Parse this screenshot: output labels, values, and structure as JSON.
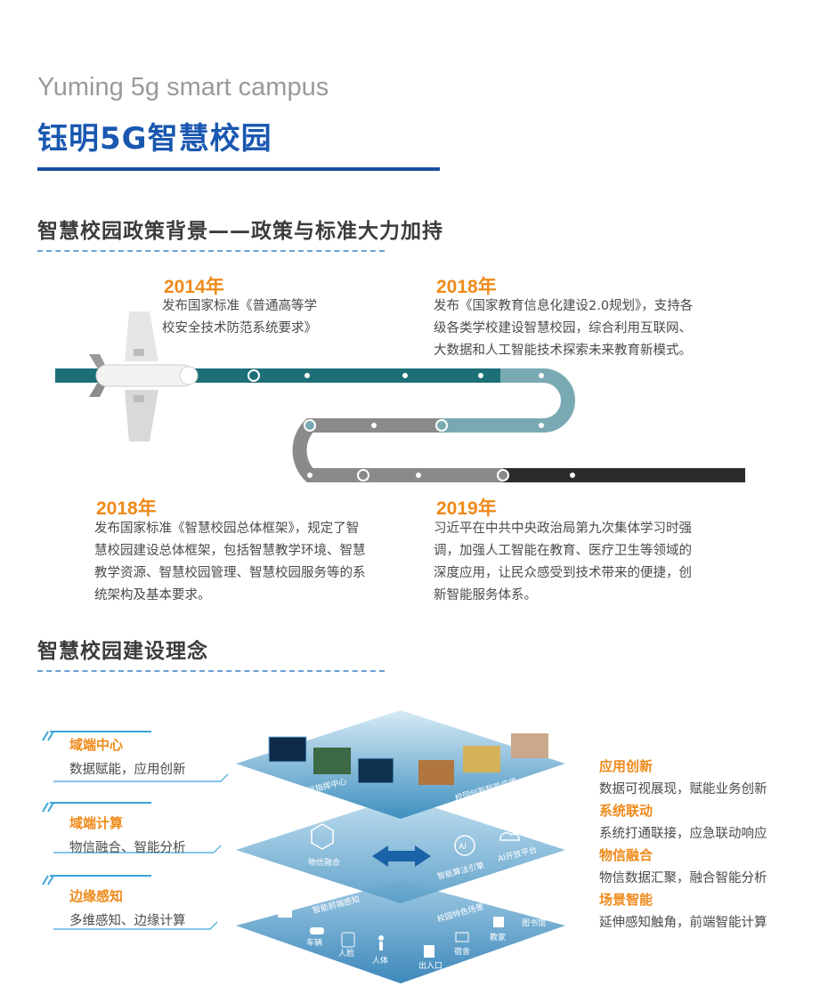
{
  "header": {
    "title_en": "Yuming 5g smart campus",
    "title_cn": "钰明5G智慧校园"
  },
  "policy": {
    "section_title": "智慧校园政策背景——政策与标准大力加持",
    "items": [
      {
        "year": "2014年",
        "lines": [
          "发布国家标准《普通高等学",
          "校安全技术防范系统要求》"
        ]
      },
      {
        "year": "2018年",
        "lines": [
          "发布《国家教育信息化建设2.0规划》，支持各",
          "级各类学校建设智慧校园，综合利用互联网、",
          "大数据和人工智能技术探索未来教育新模式。"
        ]
      },
      {
        "year": "2018年",
        "lines": [
          "发布国家标准《智慧校园总体框架》，规定了智",
          "慧校园建设总体框架，包括智慧教学环境、智慧",
          "教学资源、智慧校园管理、智慧校园服务等的系",
          "统架构及基本要求。"
        ]
      },
      {
        "year": "2019年",
        "lines": [
          "习近平在中共中央政治局第九次集体学习时强",
          "调，加强人工智能在教育、医疗卫生等领域的",
          "深度应用，让民众感受到技术带来的便捷，创",
          "新智能服务体系。"
        ]
      }
    ]
  },
  "concept": {
    "section_title": "智慧校园建设理念",
    "left_items": [
      {
        "title": "域端中心",
        "text": "数据赋能，应用创新"
      },
      {
        "title": "域端计算",
        "text": "物信融合、智能分析"
      },
      {
        "title": "边缘感知",
        "text": "多维感知、边缘计算"
      }
    ],
    "right_items": [
      {
        "title": "应用创新",
        "text": "数据可视展现，赋能业务创新"
      },
      {
        "title": "系统联动",
        "text": "系统打通联接，应急联动响应"
      },
      {
        "title": "物信融合",
        "text": "物信数据汇聚，融合智能分析"
      },
      {
        "title": "场景智能",
        "text": "延伸感知触角，前端智能计算"
      }
    ],
    "layers": {
      "top_left": "校园营运指挥中心",
      "top_right": "校园创新智能应用",
      "mid_left": "物信融合",
      "mid_center": "智能算法引擎",
      "mid_right": "AI开放平台",
      "bot_left": "智能前端感知",
      "bot_right": "校园特色场景",
      "icons": [
        "车辆",
        "人脸",
        "人体",
        "出入口",
        "宿舍",
        "教家",
        "图书馆"
      ]
    }
  },
  "colors": {
    "accent_blue": "#1a58b0",
    "orange": "#ef8a1a",
    "track_teal": "#1d6f78",
    "track_light": "#79aab3",
    "track_grey": "#8a8a8a",
    "track_dark": "#2b2b2b"
  }
}
